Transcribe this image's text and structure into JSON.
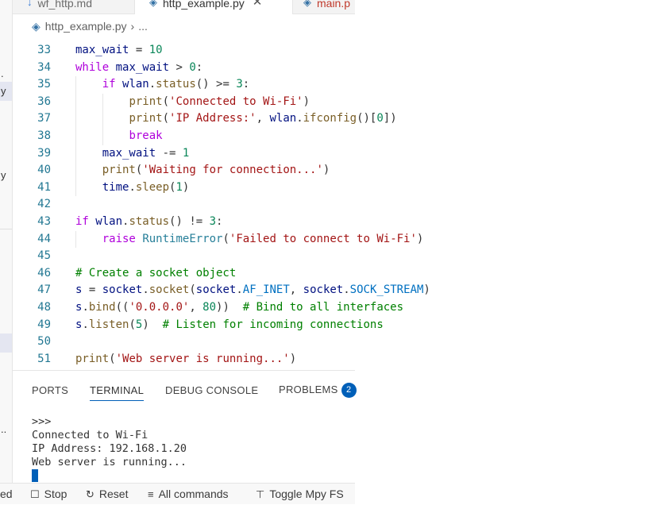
{
  "tabs": [
    {
      "label": "wf_http.md",
      "icon": "markdown-icon",
      "active": false
    },
    {
      "label": "http_example.py",
      "icon": "python-icon",
      "active": true
    },
    {
      "label": "main.p",
      "icon": "python-icon",
      "active": false
    }
  ],
  "breadcrumb": {
    "file": "http_example.py",
    "chevron": "›",
    "rest": "..."
  },
  "left_fragments": [
    ".",
    "y",
    "y",
    ".."
  ],
  "code_lines": [
    {
      "n": "33",
      "t": "max_wait = 10"
    },
    {
      "n": "34",
      "t": "while max_wait > 0:"
    },
    {
      "n": "35",
      "t": "    if wlan.status() >= 3:"
    },
    {
      "n": "36",
      "t": "        print('Connected to Wi-Fi')"
    },
    {
      "n": "37",
      "t": "        print('IP Address:', wlan.ifconfig()[0])"
    },
    {
      "n": "38",
      "t": "        break"
    },
    {
      "n": "39",
      "t": "    max_wait -= 1"
    },
    {
      "n": "40",
      "t": "    print('Waiting for connection...')"
    },
    {
      "n": "41",
      "t": "    time.sleep(1)"
    },
    {
      "n": "42",
      "t": ""
    },
    {
      "n": "43",
      "t": "if wlan.status() != 3:"
    },
    {
      "n": "44",
      "t": "    raise RuntimeError('Failed to connect to Wi-Fi')"
    },
    {
      "n": "45",
      "t": ""
    },
    {
      "n": "46",
      "t": "# Create a socket object"
    },
    {
      "n": "47",
      "t": "s = socket.socket(socket.AF_INET, socket.SOCK_STREAM)"
    },
    {
      "n": "48",
      "t": "s.bind(('0.0.0.0', 80))  # Bind to all interfaces"
    },
    {
      "n": "49",
      "t": "s.listen(5)  # Listen for incoming connections"
    },
    {
      "n": "50",
      "t": ""
    },
    {
      "n": "51",
      "t": "print('Web server is running...')"
    }
  ],
  "panel": {
    "tabs": [
      "PORTS",
      "TERMINAL",
      "DEBUG CONSOLE",
      "PROBLEMS"
    ],
    "active_tab": "TERMINAL",
    "problems_count": "2",
    "terminal_lines": [
      ">>>",
      "Connected to Wi-Fi",
      "IP Address: 192.168.1.20",
      "Web server is running..."
    ]
  },
  "statusbar": {
    "left_fragment": "ed",
    "stop": "Stop",
    "reset": "Reset",
    "all_commands": "All commands",
    "toggle": "Toggle Mpy FS"
  },
  "colors": {
    "accent": "#005fb8",
    "keyword": "#0000ff",
    "control": "#af00db",
    "string": "#a31515",
    "number": "#098658",
    "comment": "#008000",
    "function": "#795e26",
    "variable": "#001080",
    "line_number": "#237893"
  }
}
